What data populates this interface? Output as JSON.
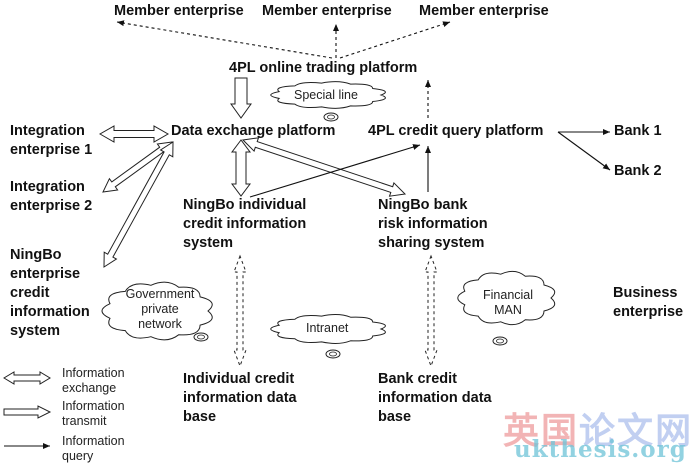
{
  "nodes": {
    "member_1": "Member enterprise",
    "member_2": "Member enterprise",
    "member_3": "Member enterprise",
    "trading_platform": "4PL online trading platform",
    "data_exchange": "Data exchange platform",
    "credit_query": "4PL credit query platform",
    "bank_1": "Bank 1",
    "bank_2": "Bank 2",
    "integration_1": [
      "Integration",
      "enterprise 1"
    ],
    "integration_2": [
      "Integration",
      "enterprise 2"
    ],
    "ningbo_individual": [
      "NingBo individual",
      "credit information",
      "system"
    ],
    "ningbo_bank_risk": [
      "NingBo bank",
      "risk information",
      "sharing system"
    ],
    "ningbo_enterprise": [
      "NingBo",
      "enterprise",
      "credit",
      "information",
      "system"
    ],
    "business_enterprise": [
      "Business",
      "enterprise"
    ],
    "individual_db": [
      "Individual credit",
      "information data",
      "base"
    ],
    "bank_db": [
      "Bank credit",
      "information data",
      "base"
    ]
  },
  "clouds": {
    "special_line": [
      "Special line"
    ],
    "government": [
      "Government",
      "private",
      "network"
    ],
    "intranet": [
      "Intranet"
    ],
    "financial": [
      "Financial",
      "MAN"
    ]
  },
  "legend": [
    {
      "type": "double-hollow-arrow",
      "label": [
        "Information",
        "exchange"
      ]
    },
    {
      "type": "hollow-arrow",
      "label": [
        "Information",
        "transmit"
      ]
    },
    {
      "type": "line-arrow",
      "label": [
        "Information",
        "query"
      ]
    }
  ],
  "watermark": {
    "chinese": "英国论文网",
    "english": "ukthesis.org",
    "colors": [
      "#e8777a",
      "#e8777a",
      "#8fa8e6",
      "#8fa8e6",
      "#8fa8e6"
    ]
  }
}
